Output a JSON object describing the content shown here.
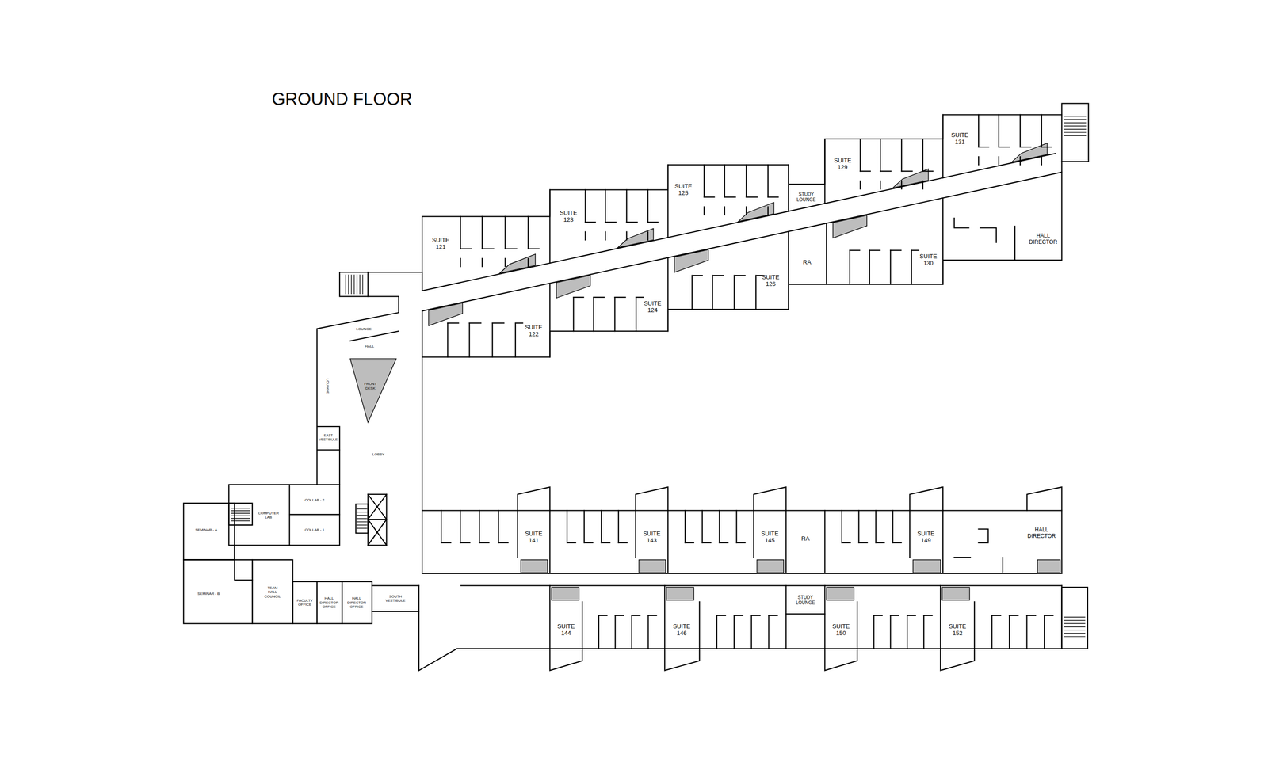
{
  "diagram": {
    "title": "GROUND FLOOR",
    "nodes": [
      {
        "text": [
          "SUITE 121"
        ]
      },
      {
        "text": [
          "SUITE 123"
        ]
      },
      {
        "text": [
          "SUITE 125"
        ]
      },
      {
        "text": [
          "STUDY LOUNGE"
        ]
      },
      {
        "text": [
          "SUITE 129"
        ]
      },
      {
        "text": [
          "SUITE 131"
        ]
      },
      {
        "text": [
          "SUITE 122"
        ]
      },
      {
        "text": [
          "SUITE 124"
        ]
      },
      {
        "text": [
          "SUITE 126"
        ]
      },
      {
        "text": [
          "RA"
        ]
      },
      {
        "text": [
          "SUITE 130"
        ]
      },
      {
        "text": [
          "HALL DIRECTOR"
        ]
      },
      {
        "text": [
          "FRONT DESK"
        ]
      },
      {
        "text": [
          "EAST VESTIBULE"
        ]
      },
      {
        "text": [
          "COMPUTER LAB"
        ]
      },
      {
        "text": [
          "COLLAB - 2"
        ]
      },
      {
        "text": [
          "COLLAB - 1"
        ]
      },
      {
        "text": [
          "SEMINAR - A"
        ]
      },
      {
        "text": [
          "SEMINAR - B"
        ]
      },
      {
        "text": [
          "TEAM HALL COUNCIL"
        ]
      },
      {
        "text": [
          "FACULTY OFFICE"
        ]
      },
      {
        "text": [
          "HALL DIRECTOR OFFICE"
        ]
      },
      {
        "text": [
          "HALL DIRECTOR OFFICE"
        ]
      },
      {
        "text": [
          "SOUTH VESTIBULE"
        ]
      },
      {
        "text": [
          "SUITE 141"
        ]
      },
      {
        "text": [
          "SUITE 143"
        ]
      },
      {
        "text": [
          "SUITE 145"
        ]
      },
      {
        "text": [
          "RA"
        ]
      },
      {
        "text": [
          "SUITE 149"
        ]
      },
      {
        "text": [
          "HALL DIRECTOR"
        ]
      },
      {
        "text": [
          "SUITE 144"
        ]
      },
      {
        "text": [
          "SUITE 146"
        ]
      },
      {
        "text": [
          "STUDY LOUNGE"
        ]
      },
      {
        "text": [
          "SUITE 150"
        ]
      },
      {
        "text": [
          "SUITE 152"
        ]
      }
    ],
    "labels": [
      "LOUNGE",
      "HALL",
      "LOUNGE",
      "LOBBY"
    ]
  }
}
